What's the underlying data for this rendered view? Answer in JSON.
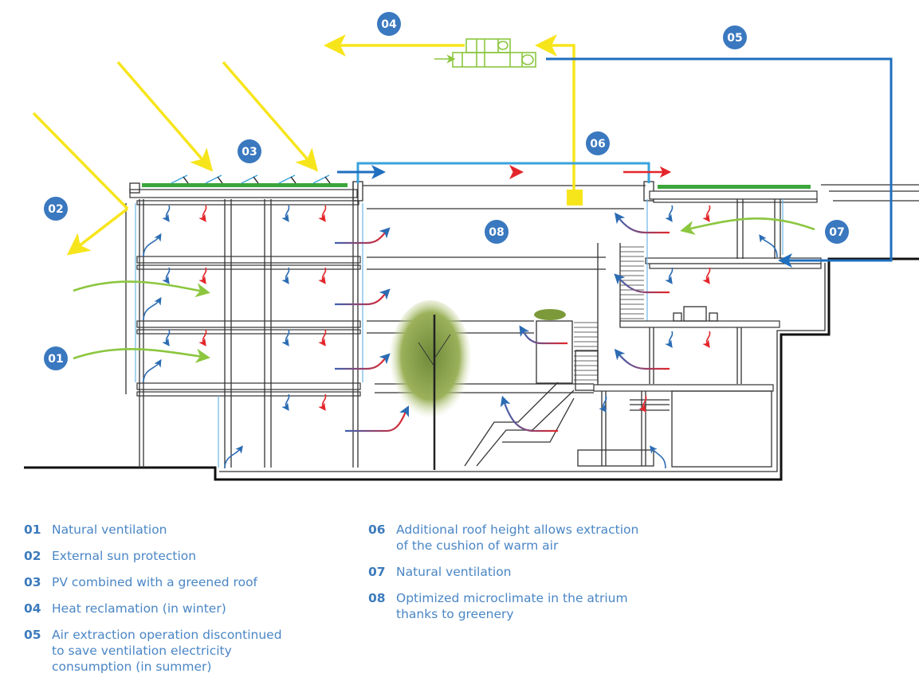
{
  "diagram": {
    "title": "Building section: ventilation and climate concept",
    "badges": [
      "01",
      "02",
      "03",
      "04",
      "05",
      "06",
      "07",
      "08"
    ],
    "colors": {
      "badge": "#3a78bf",
      "sun": "#f7e51c",
      "green_roof": "#3ba63b",
      "natural_ventilation": "#8cc63f",
      "extract_duct": "#1f6fbf",
      "roof_duct": "#3aa3dc",
      "warm_air": "#e3262b",
      "cool_air": "#2b6cb3",
      "legend_text": "#4a86c5"
    }
  },
  "legend": {
    "left": [
      {
        "num": "01",
        "text": "Natural ventilation"
      },
      {
        "num": "02",
        "text": "External sun protection"
      },
      {
        "num": "03",
        "text": "PV combined with a greened roof"
      },
      {
        "num": "04",
        "text": "Heat reclamation (in winter)"
      },
      {
        "num": "05",
        "text": "Air extraction operation discontinued\nto save ventilation electricity\nconsumption (in summer)"
      }
    ],
    "right": [
      {
        "num": "06",
        "text": "Additional roof height allows extraction\nof the cushion of warm air"
      },
      {
        "num": "07",
        "text": "Natural ventilation"
      },
      {
        "num": "08",
        "text": "Optimized microclimate in the atrium\nthanks to greenery"
      }
    ]
  }
}
